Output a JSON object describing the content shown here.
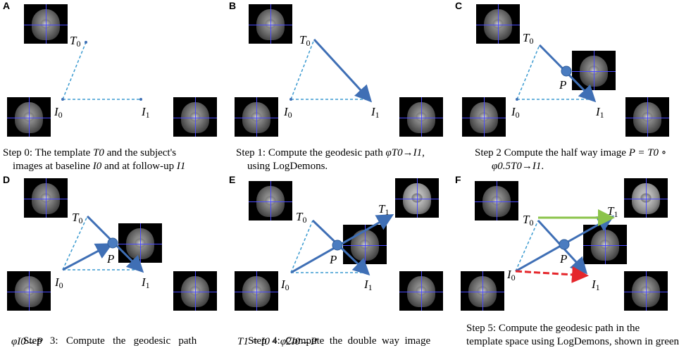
{
  "panels": [
    {
      "label": "A",
      "caption_l1": "Step 0:  The template",
      "caption_m1": "T0",
      "caption_r1": "and the subject's",
      "caption_l2": "images at baseline",
      "caption_m2": "I0",
      "caption_r2": "and at follow-up",
      "caption_e2": "I1"
    },
    {
      "label": "B",
      "caption_l1": "Step 1:  Compute the geodesic path",
      "caption_m1": "φT0→I1",
      "caption_r1": ",",
      "caption_l2": "using LogDemons."
    },
    {
      "label": "C",
      "caption_l1": "Step 2 Compute the half way image",
      "caption_m1": "P = T0 ∘",
      "caption_l2": "φ0.5T0→I1",
      "caption_r2": "."
    },
    {
      "label": "D",
      "caption_l1": "Step   3:   Compute   the   geodesic   path",
      "caption_l2": "φI0→P"
    },
    {
      "label": "E",
      "caption_l1": "Step  4:  Compute  the  double  way  image",
      "caption_l2": "T1 = I0 ∘ φ2I0→P"
    },
    {
      "label": "F",
      "caption_l1": "Step 5:  Compute the geodesic path in the",
      "caption_l2": "template space using LogDemons, shown in green"
    }
  ],
  "points": {
    "T0": "T",
    "I0": "I",
    "I1": "I",
    "P": "P",
    "T1": "T",
    "sub0": "0",
    "sub1": "1"
  },
  "colors": {
    "arrow": "#3f6fb5",
    "dashed": "#3a9ad0",
    "green": "#8bc34a",
    "red": "#e5262b",
    "crosshair": "#4b4bff"
  }
}
